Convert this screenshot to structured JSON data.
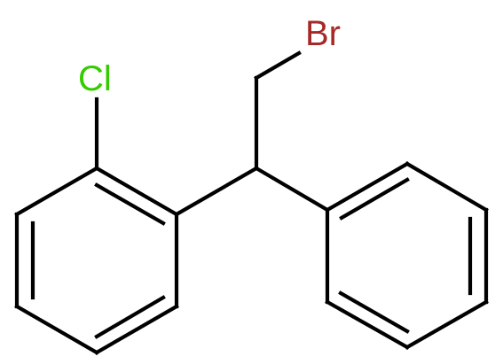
{
  "molecule": {
    "atoms": [
      {
        "id": "cl",
        "label": "Cl",
        "color": "#33cc00"
      },
      {
        "id": "br",
        "label": "Br",
        "color": "#a62929"
      }
    ],
    "bond_color": "#000000",
    "background": "#ffffff"
  }
}
